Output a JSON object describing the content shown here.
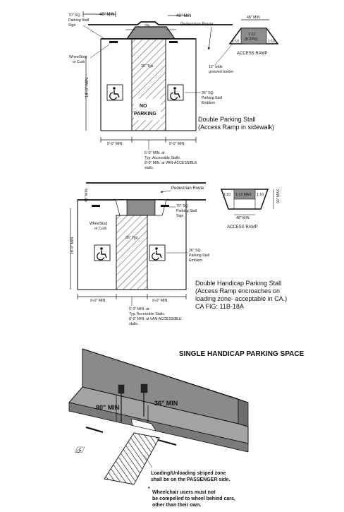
{
  "diagram1": {
    "dim_48_left": "48\" MIN",
    "dim_48_right": "48\" MIN",
    "slope": "2%",
    "pedestrian_route": "Pedestrian Route",
    "sign_label": [
      "70\" SQ.",
      "Parking Stall",
      "Sign"
    ],
    "wheelstop": [
      "WheelStop",
      "or Curb"
    ],
    "dim_36_typ": "36\" Typ.",
    "dim_18_min": "18'-0\" MIN.",
    "no_parking": [
      "NO",
      "PARKING"
    ],
    "emblem": [
      "36\" SQ.",
      "Parking Stall",
      "Emblem"
    ],
    "caption": [
      "Double Parking Stall",
      "(Access Ramp in sidewalk)"
    ],
    "dim_9_left": "9'-0\" MIN.",
    "dim_9_right": "9'-0\" MIN.",
    "aisle_note": [
      "5'-0\" MIN. at",
      "Typ. Accessible Stalls.",
      "8'-0\" MIN. at VAN-ACCESSIBLE",
      "stalls."
    ],
    "ramp": {
      "top_dim": "48\" MIN",
      "ratio": "1:12",
      "percent": "(8.33%)",
      "side_left": "1:10",
      "side_right": "1:10",
      "title": "ACCESS RAMP",
      "border_note": [
        "12\" wide",
        "grooved border"
      ]
    }
  },
  "diagram2": {
    "pedestrian_route": "Pedestrian Route",
    "dim_48": "48\" MIN.",
    "sign_label": [
      "70\" SQ.",
      "Parking Stall",
      "Sign"
    ],
    "wheelstop": [
      "WheelStop",
      "or Curb"
    ],
    "dim_36_typ": "36\" Typ.",
    "dim_18_min": "18'-0\" MIN.",
    "emblem": [
      "36\" SQ.",
      "Parking Stall",
      "Emblem"
    ],
    "caption": [
      "Double Handicap Parking Stall",
      "(Access Ramp encroaches on",
      "loading zone- acceptable in CA.)",
      "CA FIG: 11B-18A"
    ],
    "dim_9_left": "9'-0\" MIN.",
    "dim_9_right": "9'-0\" MIN.",
    "aisle_note": [
      "5'-0\" MIN. at",
      "Typ. Accessible Stalls.",
      "8'-0\" MIN. at VAN-ACCESSIBLE",
      "stalls."
    ],
    "ramp": {
      "side_left": "1:10",
      "ratio": "1:12 MAX",
      "side_right": "1:10",
      "right_dim": "60\" MAX",
      "bottom_dim": "48\" MIN",
      "title": "ACCESS RAMP"
    }
  },
  "diagram3": {
    "title": "SINGLE HANDICAP PARKING SPACE",
    "dim_80": "80\" MIN",
    "dim_36": "36\" MIN",
    "note1": [
      "Loading/Unloading striped zone",
      "shall be on the PASSENGER side."
    ],
    "note2": [
      "Wheelchair users must not",
      "be compelled to wheel behind cars,",
      "other than their own."
    ]
  },
  "colors": {
    "line": "#111111",
    "ramp_fill": "#8c8c8c",
    "wall_fill": "#8a8a8a",
    "curb_fill": "#a3a3a3",
    "hatch": "#555555"
  }
}
